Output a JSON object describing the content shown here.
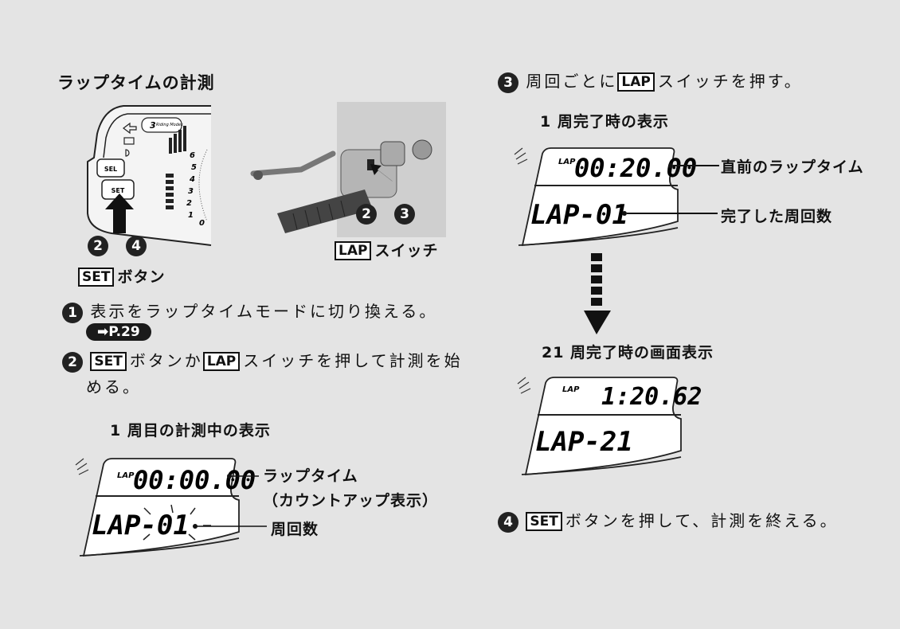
{
  "title": "ラップタイムの計測",
  "figure_left": {
    "btn_sel": "SEL",
    "btn_set": "SET",
    "riding_modes": "Riding Modes",
    "markers": [
      "2",
      "4"
    ],
    "caption_box": "SET",
    "caption_text": "ボタン"
  },
  "figure_right": {
    "markers": [
      "2",
      "3"
    ],
    "caption_box": "LAP",
    "caption_text": "スイッチ"
  },
  "steps": [
    {
      "num": "1",
      "text": "表示をラップタイムモードに切り換える。",
      "ref": "P.29"
    },
    {
      "num": "2",
      "box1": "SET",
      "text1": "ボタンか",
      "box2": "LAP",
      "text2": "スイッチを押して計測を始",
      "text3": "める。"
    },
    {
      "num": "3",
      "text1": "周回ごとに",
      "box": "LAP",
      "text2": "スイッチを押す。"
    },
    {
      "num": "4",
      "box": "SET",
      "text": "ボタンを押して、計測を終える。"
    }
  ],
  "display_lap1": {
    "caption": "1 周目の計測中の表示",
    "lap_tag": "LAP",
    "time": "00:00.00",
    "lap": "LAP-01",
    "label_time": "ラップタイム",
    "label_time_sub": "（カウントアップ表示）",
    "label_count": "周回数"
  },
  "display_complete1": {
    "caption": "1 周完了時の表示",
    "lap_tag": "LAP",
    "time": "00:20.00",
    "lap": "LAP-01",
    "label_time": "直前のラップタイム",
    "label_count": "完了した周回数"
  },
  "display_complete21": {
    "caption": "21 周完了時の画面表示",
    "lap_tag": "LAP",
    "time": "1:20.62",
    "lap": "LAP-21"
  }
}
